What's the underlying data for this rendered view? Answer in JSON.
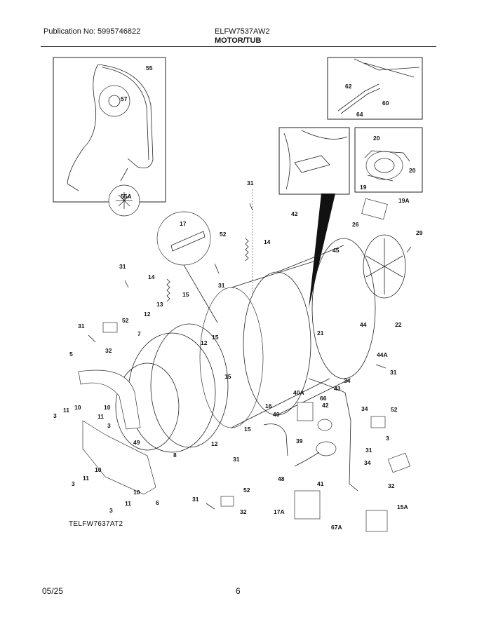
{
  "header": {
    "publication": "Publication No: 5995746822",
    "model": "ELFW7537AW2",
    "section_title": "MOTOR/TUB"
  },
  "diagram_code": "TELFW7637AT2",
  "footer": {
    "date": "05/25",
    "page": "6"
  },
  "callouts": {
    "c55": "55",
    "c57": "57",
    "c55A": "55A",
    "c62": "62",
    "c60": "60",
    "c64": "64",
    "c20a": "20",
    "c20b": "20",
    "c19": "19",
    "c19A": "19A",
    "c31a": "31",
    "c42a": "42",
    "c17": "17",
    "c52a": "52",
    "c14a": "14",
    "c26": "26",
    "c29": "29",
    "c45": "45",
    "c31b": "31",
    "c14b": "14",
    "c31c": "31",
    "c15a": "15",
    "c13": "13",
    "c12a": "12",
    "c52b": "52",
    "c31d": "31",
    "c7": "7",
    "c32a": "32",
    "c12b": "12",
    "c15b": "15",
    "c21": "21",
    "c44": "44",
    "c22": "22",
    "c5": "5",
    "c44A": "44A",
    "c31e": "31",
    "c15c": "15",
    "c34a": "34",
    "c43": "43",
    "c40A": "40A",
    "c66": "66",
    "c42b": "42",
    "c34b": "34",
    "c52c": "52",
    "c16": "16",
    "c40": "40",
    "c3a": "3",
    "c11a": "11",
    "c10a": "10",
    "c11b": "11",
    "c10b": "10",
    "c3b": "3",
    "c15d": "15",
    "c49": "49",
    "c39": "39",
    "c12c": "12",
    "c3c": "3",
    "c31f": "31",
    "c8": "8",
    "c31g": "31",
    "c34c": "34",
    "c10c": "10",
    "c11c": "11",
    "c3d": "3",
    "c48": "48",
    "c41": "41",
    "c32b": "32",
    "c10d": "10",
    "c52d": "52",
    "c3e": "3",
    "c11d": "11",
    "c6": "6",
    "c31h": "31",
    "c32c": "32",
    "c17A": "17A",
    "c15A": "15A",
    "c67A": "67A"
  },
  "colors": {
    "line": "#222222",
    "inset_bg": "#ffffff",
    "arrow": "#111111"
  }
}
